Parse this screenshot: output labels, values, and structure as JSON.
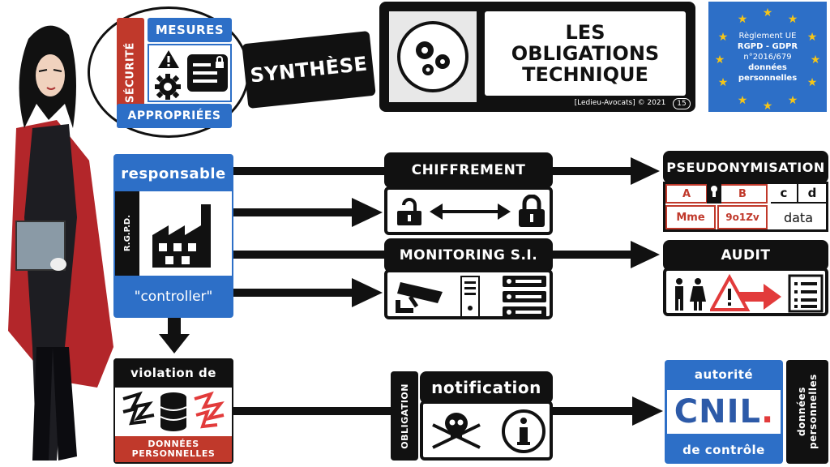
{
  "bubble": {
    "securite": "SÉCURITÉ",
    "mesures": "MESURES",
    "appropriees": "APPROPRIÉES"
  },
  "synthese": "SYNTHÈSE",
  "title": {
    "line1": "LES",
    "line2": "OBLIGATIONS",
    "line3": "TECHNIQUE",
    "credit": "[Ledieu-Avocats] © 2021",
    "page": "15"
  },
  "eu": {
    "line1": "Règlement UE",
    "line2": "RGPD - GDPR",
    "line3": "n°2016/679",
    "line4": "données",
    "line5": "personnelles"
  },
  "responsable": {
    "label": "responsable",
    "rgpd": "R.G.P.D.",
    "controller": "\"controller\""
  },
  "chiffrement": "CHIFFREMENT",
  "monitoring": "MONITORING S.I.",
  "pseudo": {
    "title": "PSEUDONYMISATION",
    "a": "A",
    "b": "B",
    "c": "c",
    "d": "d",
    "mme": "Mme",
    "code": "9o1Zv",
    "data": "data"
  },
  "audit": "AUDIT",
  "violation": {
    "top": "violation de",
    "bottom": "DONNÉES PERSONNELLES"
  },
  "notification": {
    "obligation": "OBLIGATION",
    "label": "notification"
  },
  "cnil": {
    "autorite": "autorité",
    "logo": "CNIL",
    "controle": "de contrôle",
    "side": "données personnelles"
  },
  "colors": {
    "blue": "#2d6fc7",
    "red": "#c0392b",
    "eu_blue": "#2d6fc7",
    "star": "#f5c518"
  }
}
